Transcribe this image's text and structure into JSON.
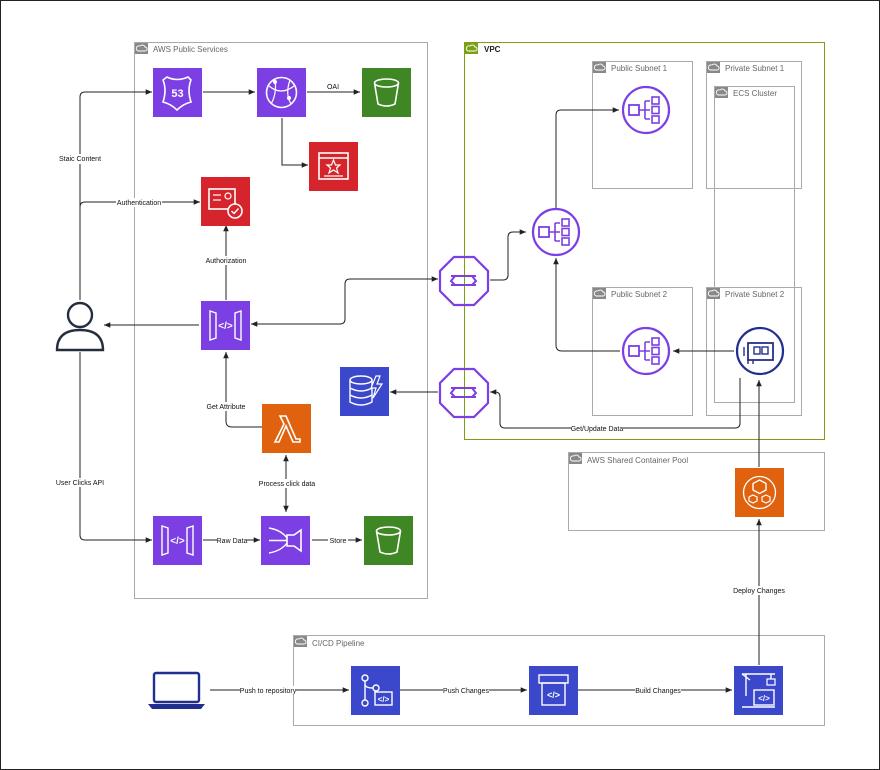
{
  "groups": {
    "public_services": "AWS Public Services",
    "vpc": "VPC",
    "public_subnet_1": "Public Subnet 1",
    "private_subnet_1": "Private Subnet 1",
    "ecs_cluster": "ECS Cluster",
    "public_subnet_2": "Public Subnet 2",
    "private_subnet_2": "Private Subnet 2",
    "shared_pool": "AWS Shared Container Pool",
    "cicd": "CI/CD Pipeline"
  },
  "edge_labels": {
    "static_content": "Staic Content",
    "authentication": "Authentication",
    "authorization": "Authorization",
    "oai": "OAI",
    "get_attribute": "Get Attribute",
    "process_click": "Process click data",
    "user_clicks": "User Clicks API",
    "raw_data": "Raw Data",
    "store": "Store",
    "get_update": "Get/Update Data",
    "deploy": "Deploy Changes",
    "push_repo": "Push to repository",
    "push_changes": "Push Changes",
    "build_changes": "Build Changes"
  },
  "colors": {
    "purple": "#7b3fe4",
    "red": "#d6242d",
    "green": "#3f8624",
    "orange": "#e0620f",
    "blue": "#3b48cc",
    "navy": "#232f8f",
    "group_gray": "#aaaaaa",
    "vpc_green": "#7aa116"
  },
  "icons": {
    "route53": "route53-icon",
    "cloudfront": "cloudfront-icon",
    "s3": "s3-bucket-icon",
    "waf": "waf-icon",
    "cognito": "cognito-icon",
    "api_gateway": "api-gateway-icon",
    "lambda": "lambda-icon",
    "firehose": "kinesis-firehose-icon",
    "dynamodb": "dynamodb-icon",
    "vpc_endpoint": "vpc-endpoint-icon",
    "load_balancer": "load-balancer-icon",
    "ecs_task": "ecs-task-icon",
    "ecr": "ecr-icon",
    "codecommit": "codecommit-icon",
    "codebuild": "codebuild-icon",
    "codedeploy": "codedeploy-icon",
    "user": "user-icon",
    "laptop": "laptop-icon"
  }
}
